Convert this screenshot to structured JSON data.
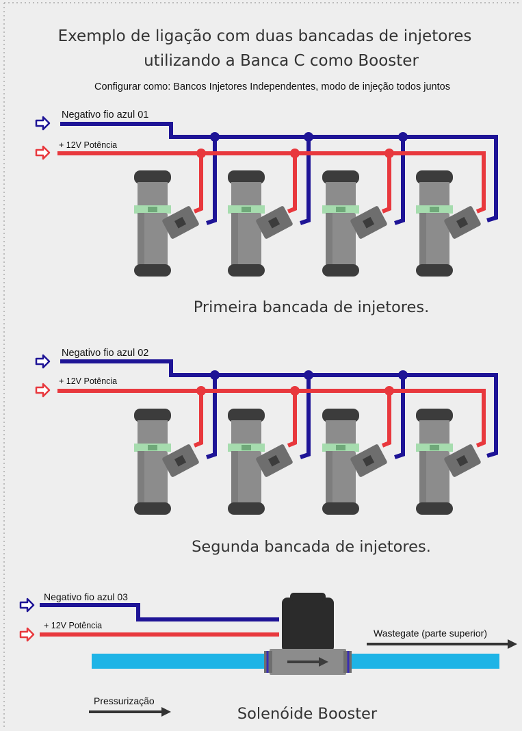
{
  "title": {
    "line1": "Exemplo de ligação com duas bancadas de injetores",
    "line2": "utilizando a Banca C como Booster"
  },
  "subtitle": "Configurar como: Bancos Injetores Independentes, modo de injeção todos juntos",
  "bank1": {
    "negative_label": "Negativo fio azul 01",
    "power_label": "+ 12V Potência",
    "caption": "Primeira bancada de injetores."
  },
  "bank2": {
    "negative_label": "Negativo fio azul 02",
    "power_label": "+ 12V Potência",
    "caption": "Segunda bancada de injetores."
  },
  "booster": {
    "negative_label": "Negativo fio azul 03",
    "power_label": "+ 12V Potência",
    "wastegate_label": "Wastegate (parte superior)",
    "pressure_label": "Pressurização",
    "caption": "Solenóide Booster"
  },
  "colors": {
    "background": "#eeeeee",
    "negative_wire": "#1e1496",
    "power_wire": "#e8383d",
    "injector_body": "#8c8c8c",
    "injector_dark": "#3c3c3c",
    "injector_band": "#a6dcae",
    "pipe": "#1eb4e6",
    "solenoid_body": "#2b2b2b",
    "arrow_dark": "#333333"
  }
}
